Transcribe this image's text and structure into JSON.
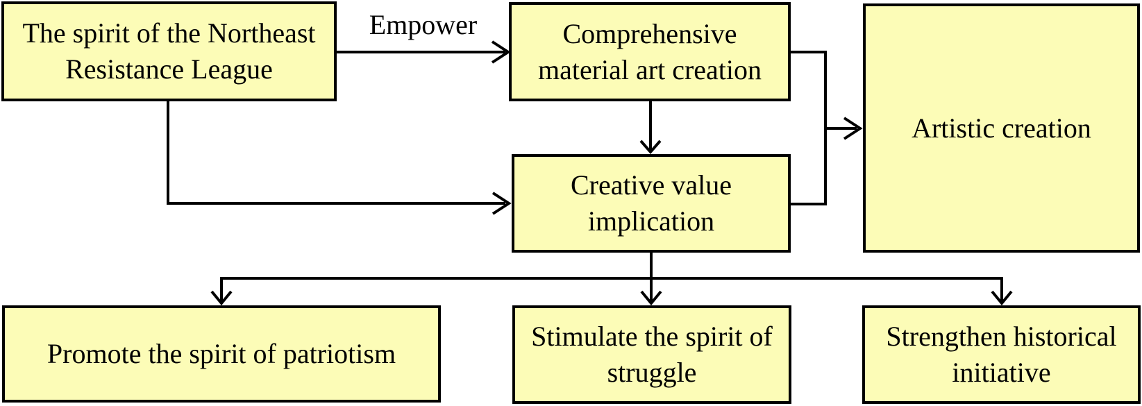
{
  "diagram": {
    "type": "flowchart",
    "colors": {
      "node_fill": "#fcfcb7",
      "node_border": "#000000",
      "connector": "#000000",
      "background": "#ffffff",
      "text": "#000000"
    },
    "nodes": {
      "northeast_spirit": {
        "label": "The spirit of the Northeast Resistance League",
        "lines": [
          "The spirit of the Northeast",
          "Resistance League"
        ]
      },
      "comprehensive": {
        "label": "Comprehensive material art creation",
        "lines": [
          "Comprehensive",
          "material art creation"
        ]
      },
      "creative_value": {
        "label": "Creative value implication",
        "lines": [
          "Creative value",
          "implication"
        ]
      },
      "artistic_creation": {
        "label": "Artistic creation",
        "lines": [
          "Artistic creation"
        ]
      },
      "patriotism": {
        "label": "Promote the spirit of patriotism",
        "lines": [
          "Promote the spirit of patriotism"
        ]
      },
      "struggle": {
        "label": "Stimulate the spirit of struggle",
        "lines": [
          "Stimulate the spirit of",
          "struggle"
        ]
      },
      "historical": {
        "label": "Strengthen historical initiative",
        "lines": [
          "Strengthen historical",
          "initiative"
        ]
      }
    },
    "edges": [
      {
        "from": "northeast_spirit",
        "to": "comprehensive",
        "label": "Empower"
      },
      {
        "from": "northeast_spirit",
        "to": "creative_value",
        "label": ""
      },
      {
        "from": "comprehensive",
        "to": "creative_value",
        "label": ""
      },
      {
        "from": "comprehensive",
        "to": "artistic_creation",
        "label": ""
      },
      {
        "from": "creative_value",
        "to": "artistic_creation",
        "label": ""
      },
      {
        "from": "creative_value",
        "to": "patriotism",
        "label": ""
      },
      {
        "from": "creative_value",
        "to": "struggle",
        "label": ""
      },
      {
        "from": "creative_value",
        "to": "historical",
        "label": ""
      }
    ]
  }
}
